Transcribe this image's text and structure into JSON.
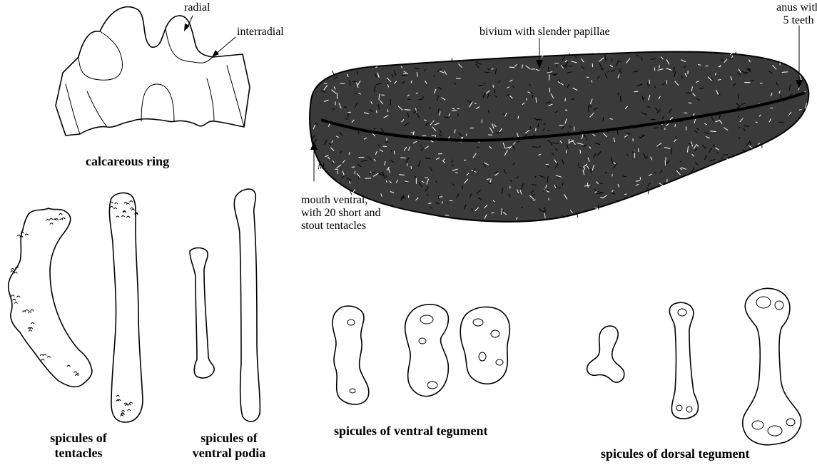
{
  "labels": {
    "radial": "radial",
    "interradial": "interradial",
    "bivium": "bivium with slender papillae",
    "anus_line1": "anus with",
    "anus_line2": "5 teeth",
    "mouth_line1": "mouth ventral,",
    "mouth_line2": "with 20 short and",
    "mouth_line3": "stout tentacles",
    "mouth_mark": "M"
  },
  "captions": {
    "calcareous_ring": "calcareous ring",
    "tentacles_line1": "spicules of",
    "tentacles_line2": "tentacles",
    "ventral_podia_line1": "spicules of",
    "ventral_podia_line2": "ventral podia",
    "ventral_tegument": "spicules of ventral tegument",
    "dorsal_tegument": "spicules of dorsal tegument"
  },
  "colors": {
    "ink": "#000000",
    "paper": "#ffffff"
  }
}
